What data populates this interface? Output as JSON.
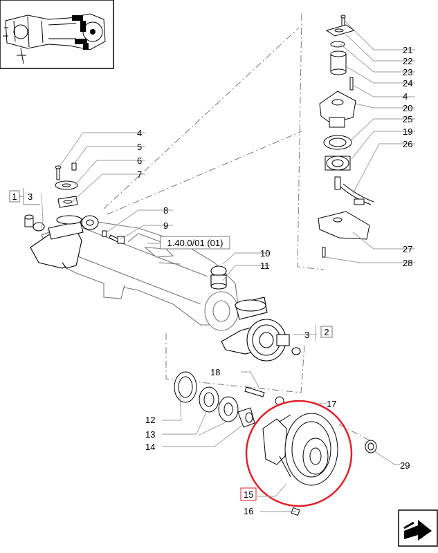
{
  "diagram": {
    "callouts": [
      {
        "id": "c21",
        "label": "21"
      },
      {
        "id": "c22",
        "label": "22"
      },
      {
        "id": "c23",
        "label": "23"
      },
      {
        "id": "c24",
        "label": "24"
      },
      {
        "id": "c4r",
        "label": "4"
      },
      {
        "id": "c20",
        "label": "20"
      },
      {
        "id": "c25",
        "label": "25"
      },
      {
        "id": "c19",
        "label": "19"
      },
      {
        "id": "c26",
        "label": "26"
      },
      {
        "id": "c27",
        "label": "27"
      },
      {
        "id": "c28",
        "label": "28"
      },
      {
        "id": "c4l",
        "label": "4"
      },
      {
        "id": "c5",
        "label": "5"
      },
      {
        "id": "c6",
        "label": "6"
      },
      {
        "id": "c7",
        "label": "7"
      },
      {
        "id": "c3l",
        "label": "3"
      },
      {
        "id": "c8",
        "label": "8"
      },
      {
        "id": "c9",
        "label": "9"
      },
      {
        "id": "c10",
        "label": "10"
      },
      {
        "id": "c11",
        "label": "11"
      },
      {
        "id": "c3r",
        "label": "3"
      },
      {
        "id": "c18",
        "label": "18"
      },
      {
        "id": "c17",
        "label": "17"
      },
      {
        "id": "c12",
        "label": "12"
      },
      {
        "id": "c13",
        "label": "13"
      },
      {
        "id": "c14",
        "label": "14"
      },
      {
        "id": "c29",
        "label": "29"
      },
      {
        "id": "c15",
        "label": "15"
      },
      {
        "id": "c16",
        "label": "16"
      }
    ],
    "boxed_labels": {
      "left": "1",
      "right": "2",
      "reference": "1.40.0/01 (01)"
    },
    "highlight_color": "#e0202a",
    "navigation": {
      "icon": "next-page-arrow-icon"
    }
  }
}
